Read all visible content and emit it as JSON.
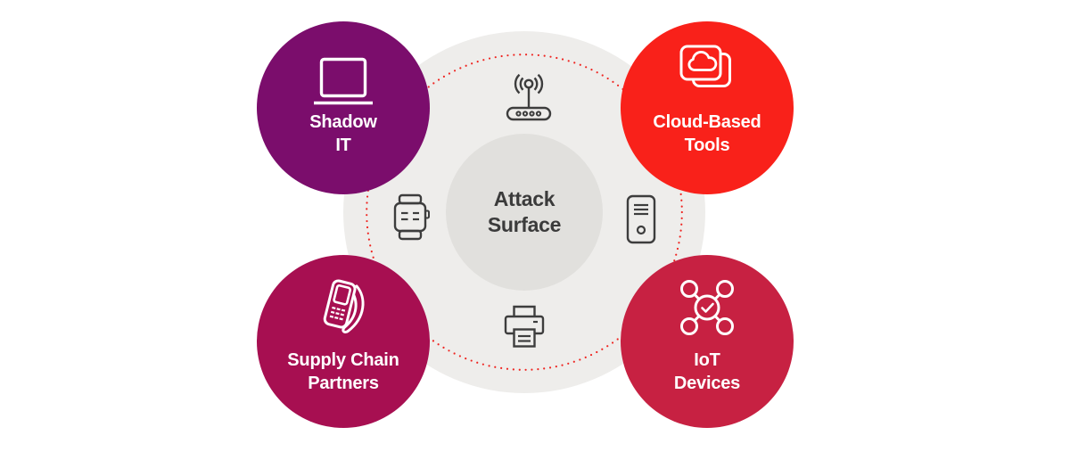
{
  "diagram": {
    "center": {
      "line1": "Attack",
      "line2": "Surface"
    },
    "nodes": {
      "shadow_it": {
        "line1": "Shadow",
        "line2": "IT",
        "color": "#7B0D6C",
        "icon": "laptop-icon"
      },
      "cloud_tools": {
        "line1": "Cloud-Based",
        "line2": "Tools",
        "color": "#F9211A",
        "icon": "cloud-apps-icon"
      },
      "supply_chain": {
        "line1": "Supply Chain",
        "line2": "Partners",
        "color": "#A70F51",
        "icon": "mobile-device-icon"
      },
      "iot_devices": {
        "line1": "IoT",
        "line2": "Devices",
        "color": "#C72142",
        "icon": "iot-network-icon"
      }
    },
    "perimeter_icons": [
      "wifi-router-icon",
      "smartwatch-icon",
      "desktop-tower-icon",
      "printer-icon"
    ],
    "colors": {
      "background": "#FFFFFF",
      "outer_circle": "#EEEDEB",
      "inner_circle": "#E1E0DD",
      "dotted_ring": "#EF2420",
      "center_text": "#3B3B3B",
      "perimeter_icon_stroke": "#3D3D3D",
      "node_icon_stroke": "#FFFFFF",
      "node_text": "#FFFFFF"
    }
  }
}
